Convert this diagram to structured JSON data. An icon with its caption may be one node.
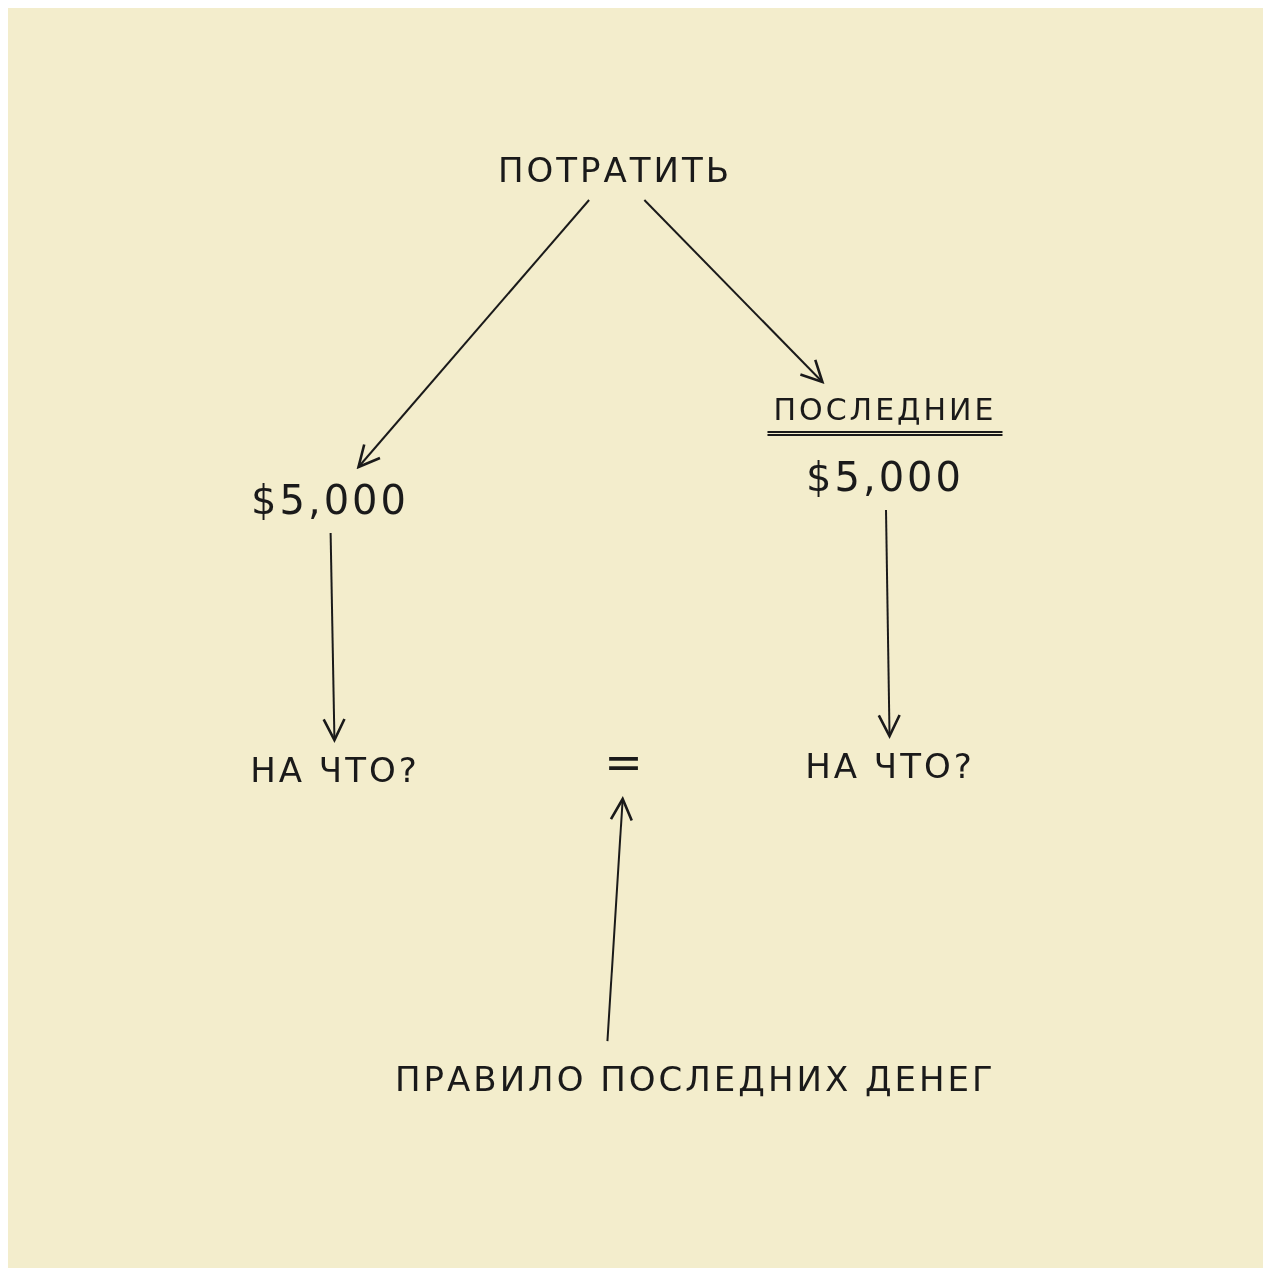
{
  "diagram": {
    "nodes": [
      {
        "text": [
          "ПОТРАТИТЬ"
        ]
      },
      {
        "text": [
          "$5,000"
        ]
      },
      {
        "text": [
          "ПОСЛЕДНИЕ",
          "$5,000"
        ]
      },
      {
        "text": [
          "НА ЧТО?"
        ]
      },
      {
        "text": [
          "НА ЧТО?"
        ]
      },
      {
        "text": [
          "="
        ]
      },
      {
        "text": [
          "ПРАВИЛО ПОСЛЕДНИХ ДЕНЕГ"
        ]
      }
    ],
    "edges": [
      {
        "from": 0,
        "to": 1,
        "arrow": "to"
      },
      {
        "from": 0,
        "to": 2,
        "arrow": "to"
      },
      {
        "from": 1,
        "to": 3,
        "arrow": "to"
      },
      {
        "from": 2,
        "to": 4,
        "arrow": "to"
      },
      {
        "from": 6,
        "to": 5,
        "arrow": "to"
      }
    ]
  }
}
